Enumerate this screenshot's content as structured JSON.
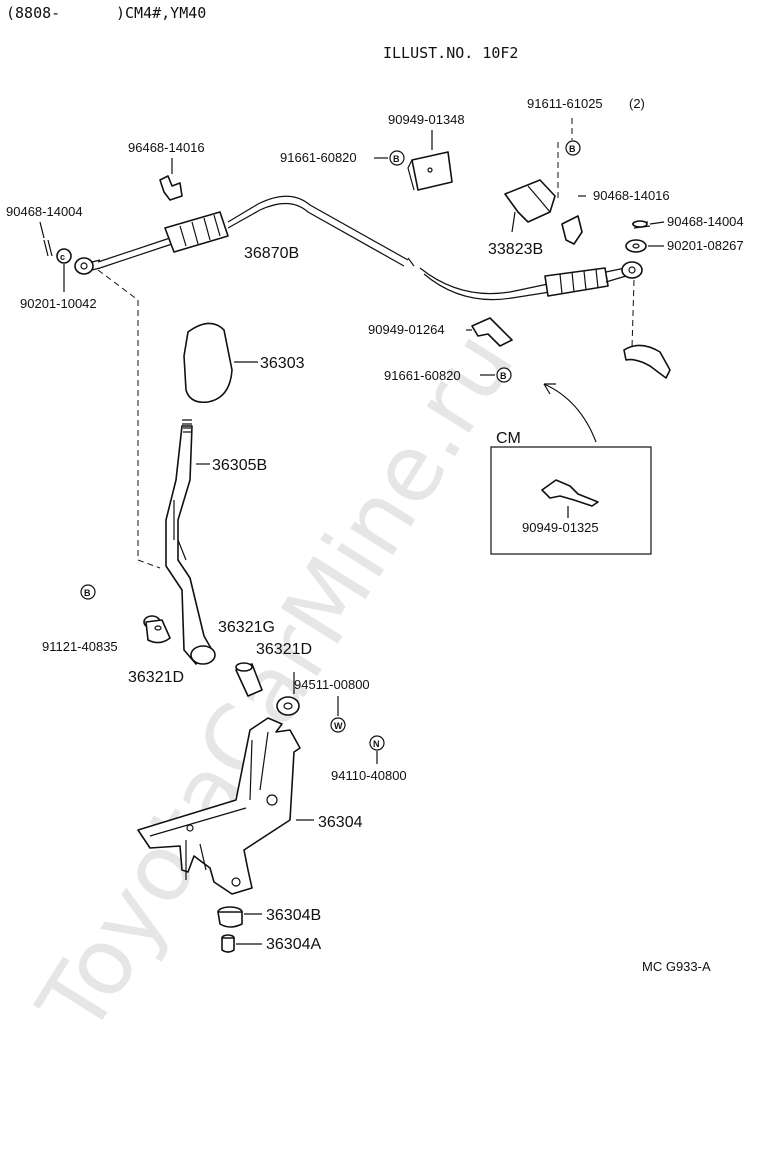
{
  "header": {
    "range": "(8808-",
    "models": ")CM4#,YM40",
    "illust_no": "ILLUST.NO. 10F2"
  },
  "watermark": "ToyotaCarMine.ru",
  "parts": {
    "p9646814016": "96468-14016",
    "p9146814004_left": "90468-14004",
    "p9020110042": "90201-10042",
    "p36870B": "36870B",
    "p9166160820_top": "91661-60820",
    "p9094901348": "90949-01348",
    "p9161161025": "91611-61025",
    "p9161161025_qty": "(2)",
    "p33823B": "33823B",
    "p9046814016_right": "90468-14016",
    "p9046814004_right": "90468-14004",
    "p9020108267": "90201-08267",
    "p9094901264": "90949-01264",
    "p9166160820_mid": "91661-60820",
    "p36303": "36303",
    "p36305B": "36305B",
    "cm_label": "CM",
    "p9094901325": "90949-01325",
    "p9112140835": "91121-40835",
    "p36321D_left": "36321D",
    "p36321G": "36321G",
    "p36321D_right": "36321D",
    "p9451100800": "94511-00800",
    "p9411040800": "94110-40800",
    "p36304": "36304",
    "p36304B": "36304B",
    "p36304A": "36304A"
  },
  "markers": {
    "b": "B",
    "c": "C",
    "w": "W",
    "n": "N"
  },
  "footer": {
    "code": "MC  G933-A"
  }
}
